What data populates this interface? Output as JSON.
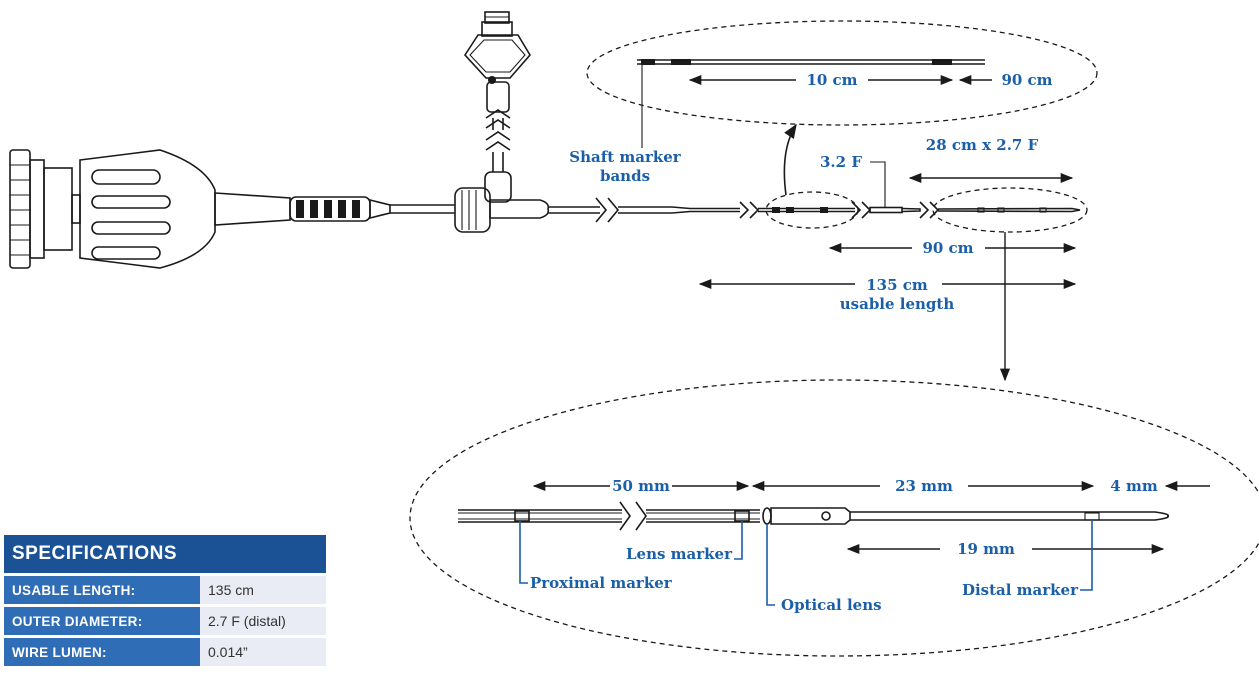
{
  "labels": {
    "shaft_marker_1": "Shaft marker",
    "shaft_marker_2": "bands",
    "dim_10cm": "10 cm",
    "dim_90cm_top": "90 cm",
    "dim_32f": "3.2 F",
    "dim_28cm": "28 cm x 2.7 F",
    "dim_90cm": "90 cm",
    "dim_135cm": "135 cm",
    "usable_length": "usable length",
    "dim_50mm": "50 mm",
    "dim_23mm": "23 mm",
    "dim_4mm": "4 mm",
    "dim_19mm": "19 mm",
    "lens_marker": "Lens marker",
    "proximal_marker": "Proximal marker",
    "optical_lens": "Optical lens",
    "distal_marker": "Distal marker"
  },
  "specifications": {
    "title": "SPECIFICATIONS",
    "rows": [
      {
        "key": "USABLE LENGTH:",
        "value": "135 cm"
      },
      {
        "key": "OUTER DIAMETER:",
        "value": "2.7 F (distal)"
      },
      {
        "key": "WIRE LUMEN:",
        "value": "0.014”"
      }
    ]
  },
  "colors": {
    "accent": "#1a5fa8",
    "header": "#1b5296",
    "key_bg": "#2f6db7",
    "value_bg": "#e9ebf5"
  }
}
